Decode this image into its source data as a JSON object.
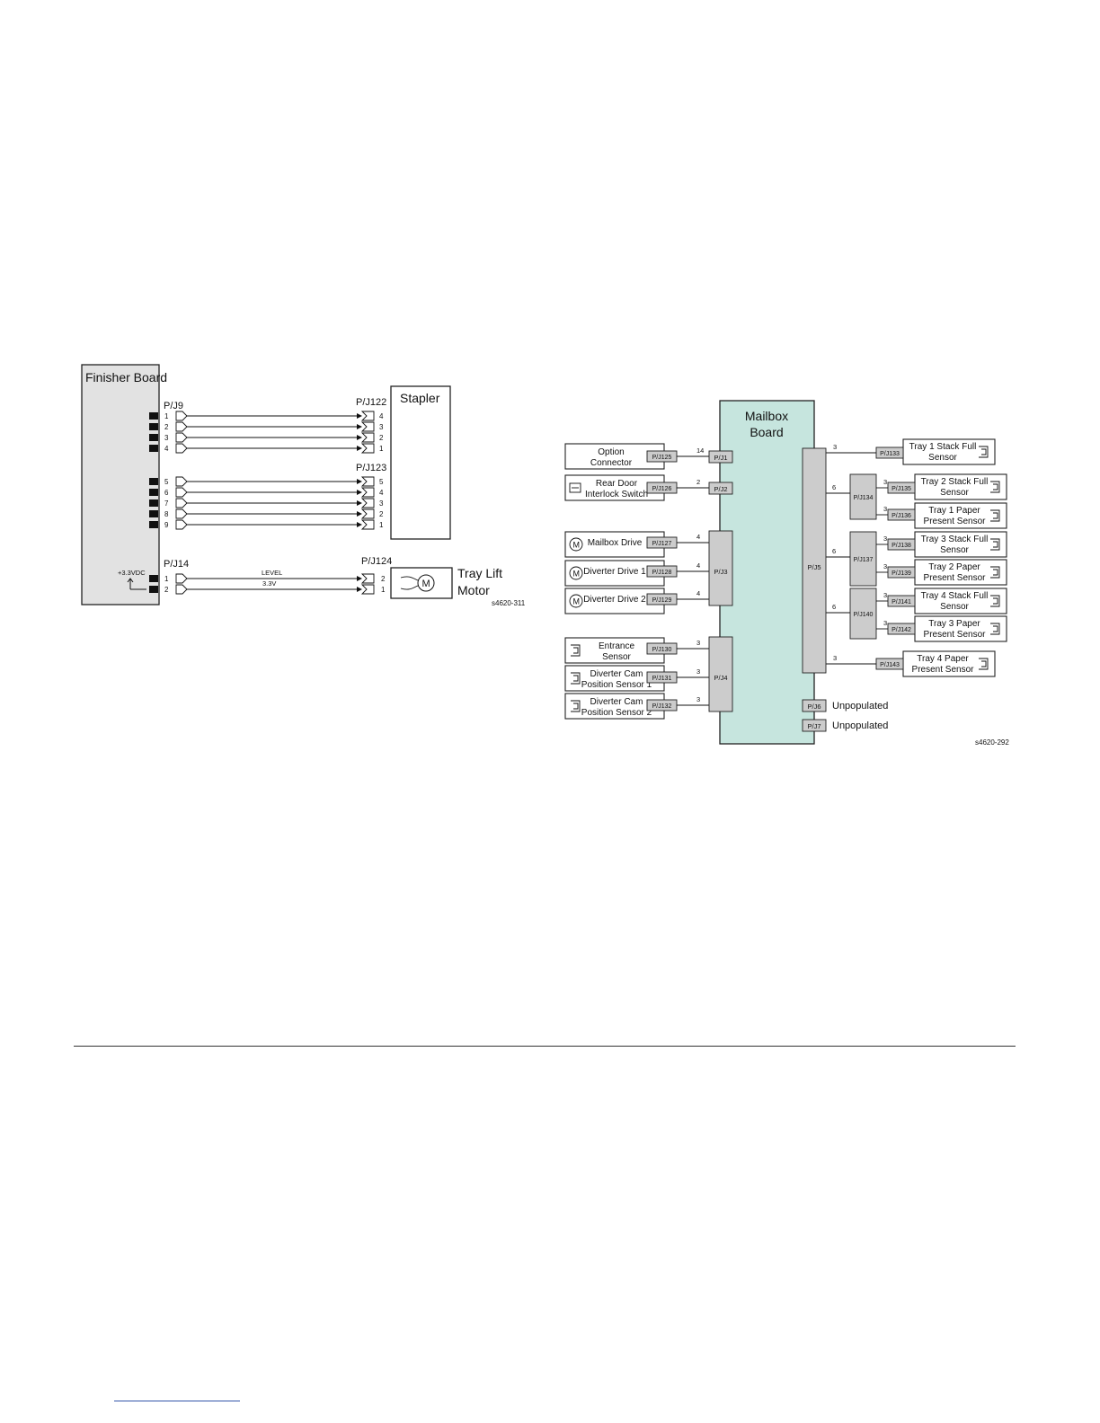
{
  "finisher": {
    "board_title": "Finisher Board",
    "pj9_label": "P/J9",
    "pj9_pins": [
      "1",
      "2",
      "3",
      "4",
      "5",
      "6",
      "7",
      "8",
      "9"
    ],
    "pj122_label": "P/J122",
    "pj122_pins": [
      "4",
      "3",
      "2",
      "1"
    ],
    "pj123_label": "P/J123",
    "pj123_pins": [
      "5",
      "4",
      "3",
      "2",
      "1"
    ],
    "stapler_label": "Stapler",
    "pj14_label": "P/J14",
    "pj14_pins": [
      "1",
      "2"
    ],
    "vdc_label": "+3.3VDC",
    "level_label": "LEVEL",
    "v33_label": "3.3V",
    "pj124_label": "P/J124",
    "pj124_pins": [
      "2",
      "1"
    ],
    "motor_symbol": "M",
    "tray_lift_line1": "Tray Lift",
    "tray_lift_line2": "Motor",
    "code": "s4620-311"
  },
  "mailbox": {
    "board_line1": "Mailbox",
    "board_line2": "Board",
    "board_connectors": {
      "pj1": "P/J1",
      "pj2": "P/J2",
      "pj3": "P/J3",
      "pj4": "P/J4",
      "pj5": "P/J5",
      "pj6": "P/J6",
      "pj7": "P/J7"
    },
    "left_devices": [
      {
        "line1": "Option",
        "line2": "Connector",
        "conn": "P/J125",
        "wires": "14",
        "icon": "none"
      },
      {
        "line1": "Rear Door",
        "line2": "Interlock Switch",
        "conn": "P/J126",
        "wires": "2",
        "icon": "switch-icon"
      },
      {
        "line1": "Mailbox Drive",
        "line2": "",
        "conn": "P/J127",
        "wires": "4",
        "icon": "motor-icon"
      },
      {
        "line1": "Diverter Drive 1",
        "line2": "",
        "conn": "P/J128",
        "wires": "4",
        "icon": "motor-icon"
      },
      {
        "line1": "Diverter Drive 2",
        "line2": "",
        "conn": "P/J129",
        "wires": "4",
        "icon": "motor-icon"
      },
      {
        "line1": "Entrance",
        "line2": "Sensor",
        "conn": "P/J130",
        "wires": "3",
        "icon": "sensor-icon"
      },
      {
        "line1": "Diverter Cam",
        "line2": "Position Sensor 1",
        "conn": "P/J131",
        "wires": "3",
        "icon": "sensor-icon"
      },
      {
        "line1": "Diverter Cam",
        "line2": "Position Sensor 2",
        "conn": "P/J132",
        "wires": "3",
        "icon": "sensor-icon"
      }
    ],
    "motor_symbol": "M",
    "right_hubs": [
      {
        "label": "P/J134",
        "wires": "6"
      },
      {
        "label": "P/J137",
        "wires": "6"
      },
      {
        "label": "P/J140",
        "wires": "6"
      }
    ],
    "right_devices": [
      {
        "line1": "Tray 1 Stack Full",
        "line2": "Sensor",
        "conn": "P/J133",
        "wires": "3"
      },
      {
        "line1": "Tray 2 Stack Full",
        "line2": "Sensor",
        "conn": "P/J135",
        "wires": "3"
      },
      {
        "line1": "Tray 1 Paper",
        "line2": "Present Sensor",
        "conn": "P/J136",
        "wires": "3"
      },
      {
        "line1": "Tray 3 Stack Full",
        "line2": "Sensor",
        "conn": "P/J138",
        "wires": "3"
      },
      {
        "line1": "Tray 2 Paper",
        "line2": "Present Sensor",
        "conn": "P/J139",
        "wires": "3"
      },
      {
        "line1": "Tray 4 Stack Full",
        "line2": "Sensor",
        "conn": "P/J141",
        "wires": "3"
      },
      {
        "line1": "Tray 3 Paper",
        "line2": "Present Sensor",
        "conn": "P/J142",
        "wires": "3"
      },
      {
        "line1": "Tray 4 Paper",
        "line2": "Present Sensor",
        "conn": "P/J143",
        "wires": "3"
      }
    ],
    "unpopulated": "Unpopulated",
    "code": "s4620-292"
  }
}
